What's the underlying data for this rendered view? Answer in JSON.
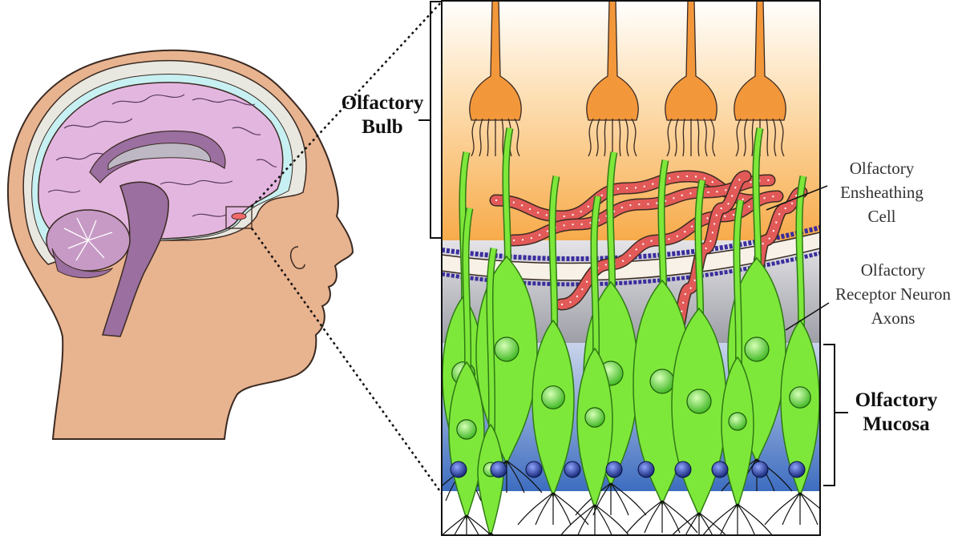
{
  "labels": {
    "olfactory_bulb": [
      "Olfactory",
      "Bulb"
    ],
    "ensheathing_cell": [
      "Olfactory",
      "Ensheathing",
      "Cell"
    ],
    "receptor_axons": [
      "Olfactory",
      "Receptor Neuron",
      "Axons"
    ],
    "mucosa": [
      "Olfactory",
      "Mucosa"
    ]
  },
  "colors": {
    "skin": "#e8b38f",
    "brain": "#e3b6e0",
    "brainstem": "#9b6fa0",
    "ventricle": "#a8a3b3",
    "csf": "#c7f0f2",
    "bulb_top": "#fff6ea",
    "bulb_bottom": "#f7a035",
    "mitral": "#f3973b",
    "neuron": "#7ee83a",
    "neuron_stroke": "#2f7a14",
    "ensheathing": "#e25a58",
    "mucosa_top": "#c8d3ea",
    "mucosa_bottom": "#3f6fc2",
    "basal_cell": "#1d3d9e",
    "lamina": "#c9c9cf",
    "vessel": "#3a2d9c"
  }
}
